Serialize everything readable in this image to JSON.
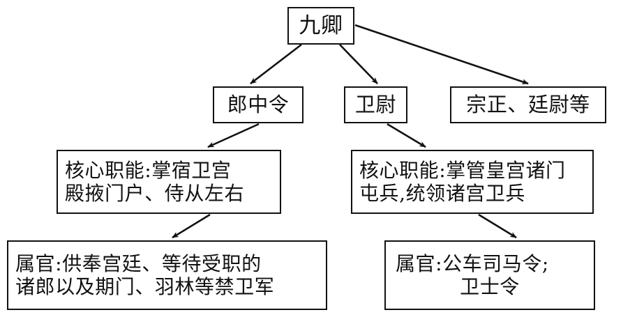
{
  "diagram": {
    "title": "九卿",
    "nodes": {
      "root": {
        "id": "jiuqing",
        "label": "九卿"
      },
      "langzhongling": {
        "id": "langzhongling",
        "label": "郎中令"
      },
      "weiwei": {
        "id": "weiwei",
        "label": "卫尉"
      },
      "others": {
        "id": "zongzheng-tingwei",
        "label": "宗正、廷尉等"
      },
      "langzhongling_duty": {
        "id": "langzhongling-duty",
        "line1": "核心职能:掌宿卫宫",
        "line2": "殿掖门户、侍从左右"
      },
      "weiwei_duty": {
        "id": "weiwei-duty",
        "line1": "核心职能:掌管皇宫诸门",
        "line2": "屯兵,统领诸宫卫兵"
      },
      "langzhongling_staff": {
        "id": "langzhongling-staff",
        "line1": "属官:供奉宫廷、等待受职的",
        "line2": "诸郎以及期门、羽林等禁卫军"
      },
      "weiwei_staff": {
        "id": "weiwei-staff",
        "line1": "属官:公车司马令;",
        "line2": "卫士令"
      }
    },
    "edges": [
      {
        "name": "edge-root-to-langzhongling",
        "from": "九卿",
        "to": "郎中令"
      },
      {
        "name": "edge-root-to-weiwei",
        "from": "九卿",
        "to": "卫尉"
      },
      {
        "name": "edge-root-to-others",
        "from": "九卿",
        "to": "宗正、廷尉等"
      },
      {
        "name": "edge-langzhongling-to-duty",
        "from": "郎中令",
        "to": "核心职能:掌宿卫宫殿掖门户、侍从左右"
      },
      {
        "name": "edge-weiwei-to-duty",
        "from": "卫尉",
        "to": "核心职能:掌管皇宫诸门屯兵,统领诸宫卫兵"
      },
      {
        "name": "edge-langzhongling-duty-to-staff",
        "from": "核心职能:掌宿卫宫殿掖门户、侍从左右",
        "to": "属官:供奉宫廷、等待受职的诸郎以及期门、羽林等禁卫军"
      },
      {
        "name": "edge-weiwei-duty-to-staff",
        "from": "核心职能:掌管皇宫诸门屯兵,统领诸宫卫兵",
        "to": "属官:公车司马令;卫士令"
      }
    ],
    "colors": {
      "stroke": "#111111",
      "background": "#ffffff",
      "text": "#111111"
    }
  }
}
